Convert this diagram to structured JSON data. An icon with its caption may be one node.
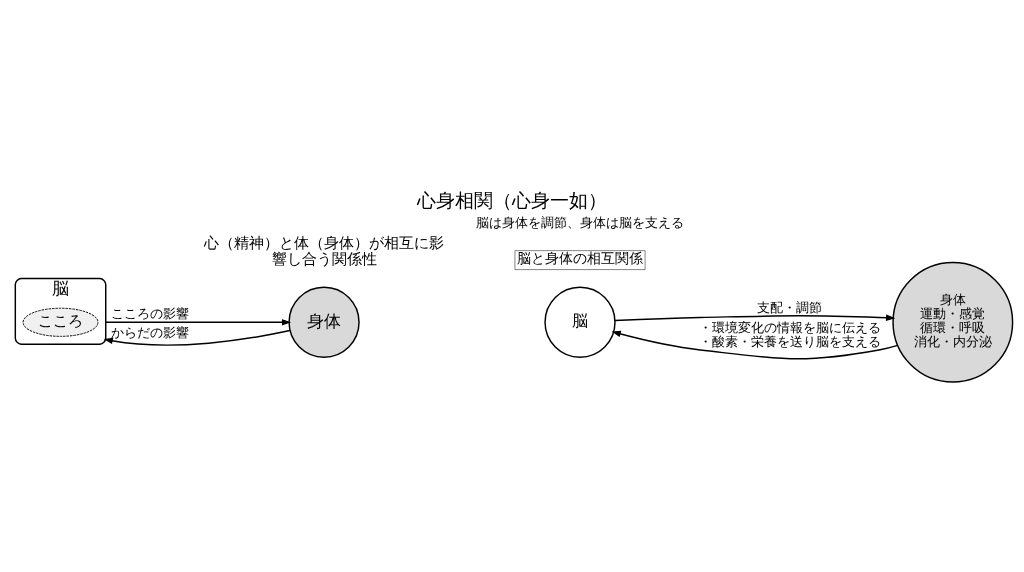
{
  "diagram": {
    "title": "心身相関（心身一如）",
    "nodes": [
      {
        "text": [
          "脳"
        ]
      },
      {
        "text": [
          "こころ"
        ],
        "in": 0
      },
      {
        "text": [
          "身体"
        ]
      },
      {
        "text": [
          "脳と身体の相互関係"
        ]
      },
      {
        "text": [
          "脳"
        ]
      },
      {
        "text": [
          "身体",
          "運動・感覚",
          "循環・呼吸",
          "消化・内分泌"
        ]
      }
    ],
    "edges": [
      {
        "from": 0,
        "to": 2,
        "arrow": "to",
        "label": "こころの影響"
      },
      {
        "from": 2,
        "to": 0,
        "arrow": "to",
        "label": "からだの影響"
      },
      {
        "from": 4,
        "to": 5,
        "arrow": "to",
        "label": "支配・調節"
      },
      {
        "from": 5,
        "to": 4,
        "arrow": "to",
        "label": "・環境変化の情報を脳に伝える・酸素・栄養を送り脳を支える"
      }
    ],
    "labels": [
      "心（精神）と体（身体）が相互に影響し合う関係性",
      "脳は身体を調節、身体は脳を支える"
    ]
  }
}
